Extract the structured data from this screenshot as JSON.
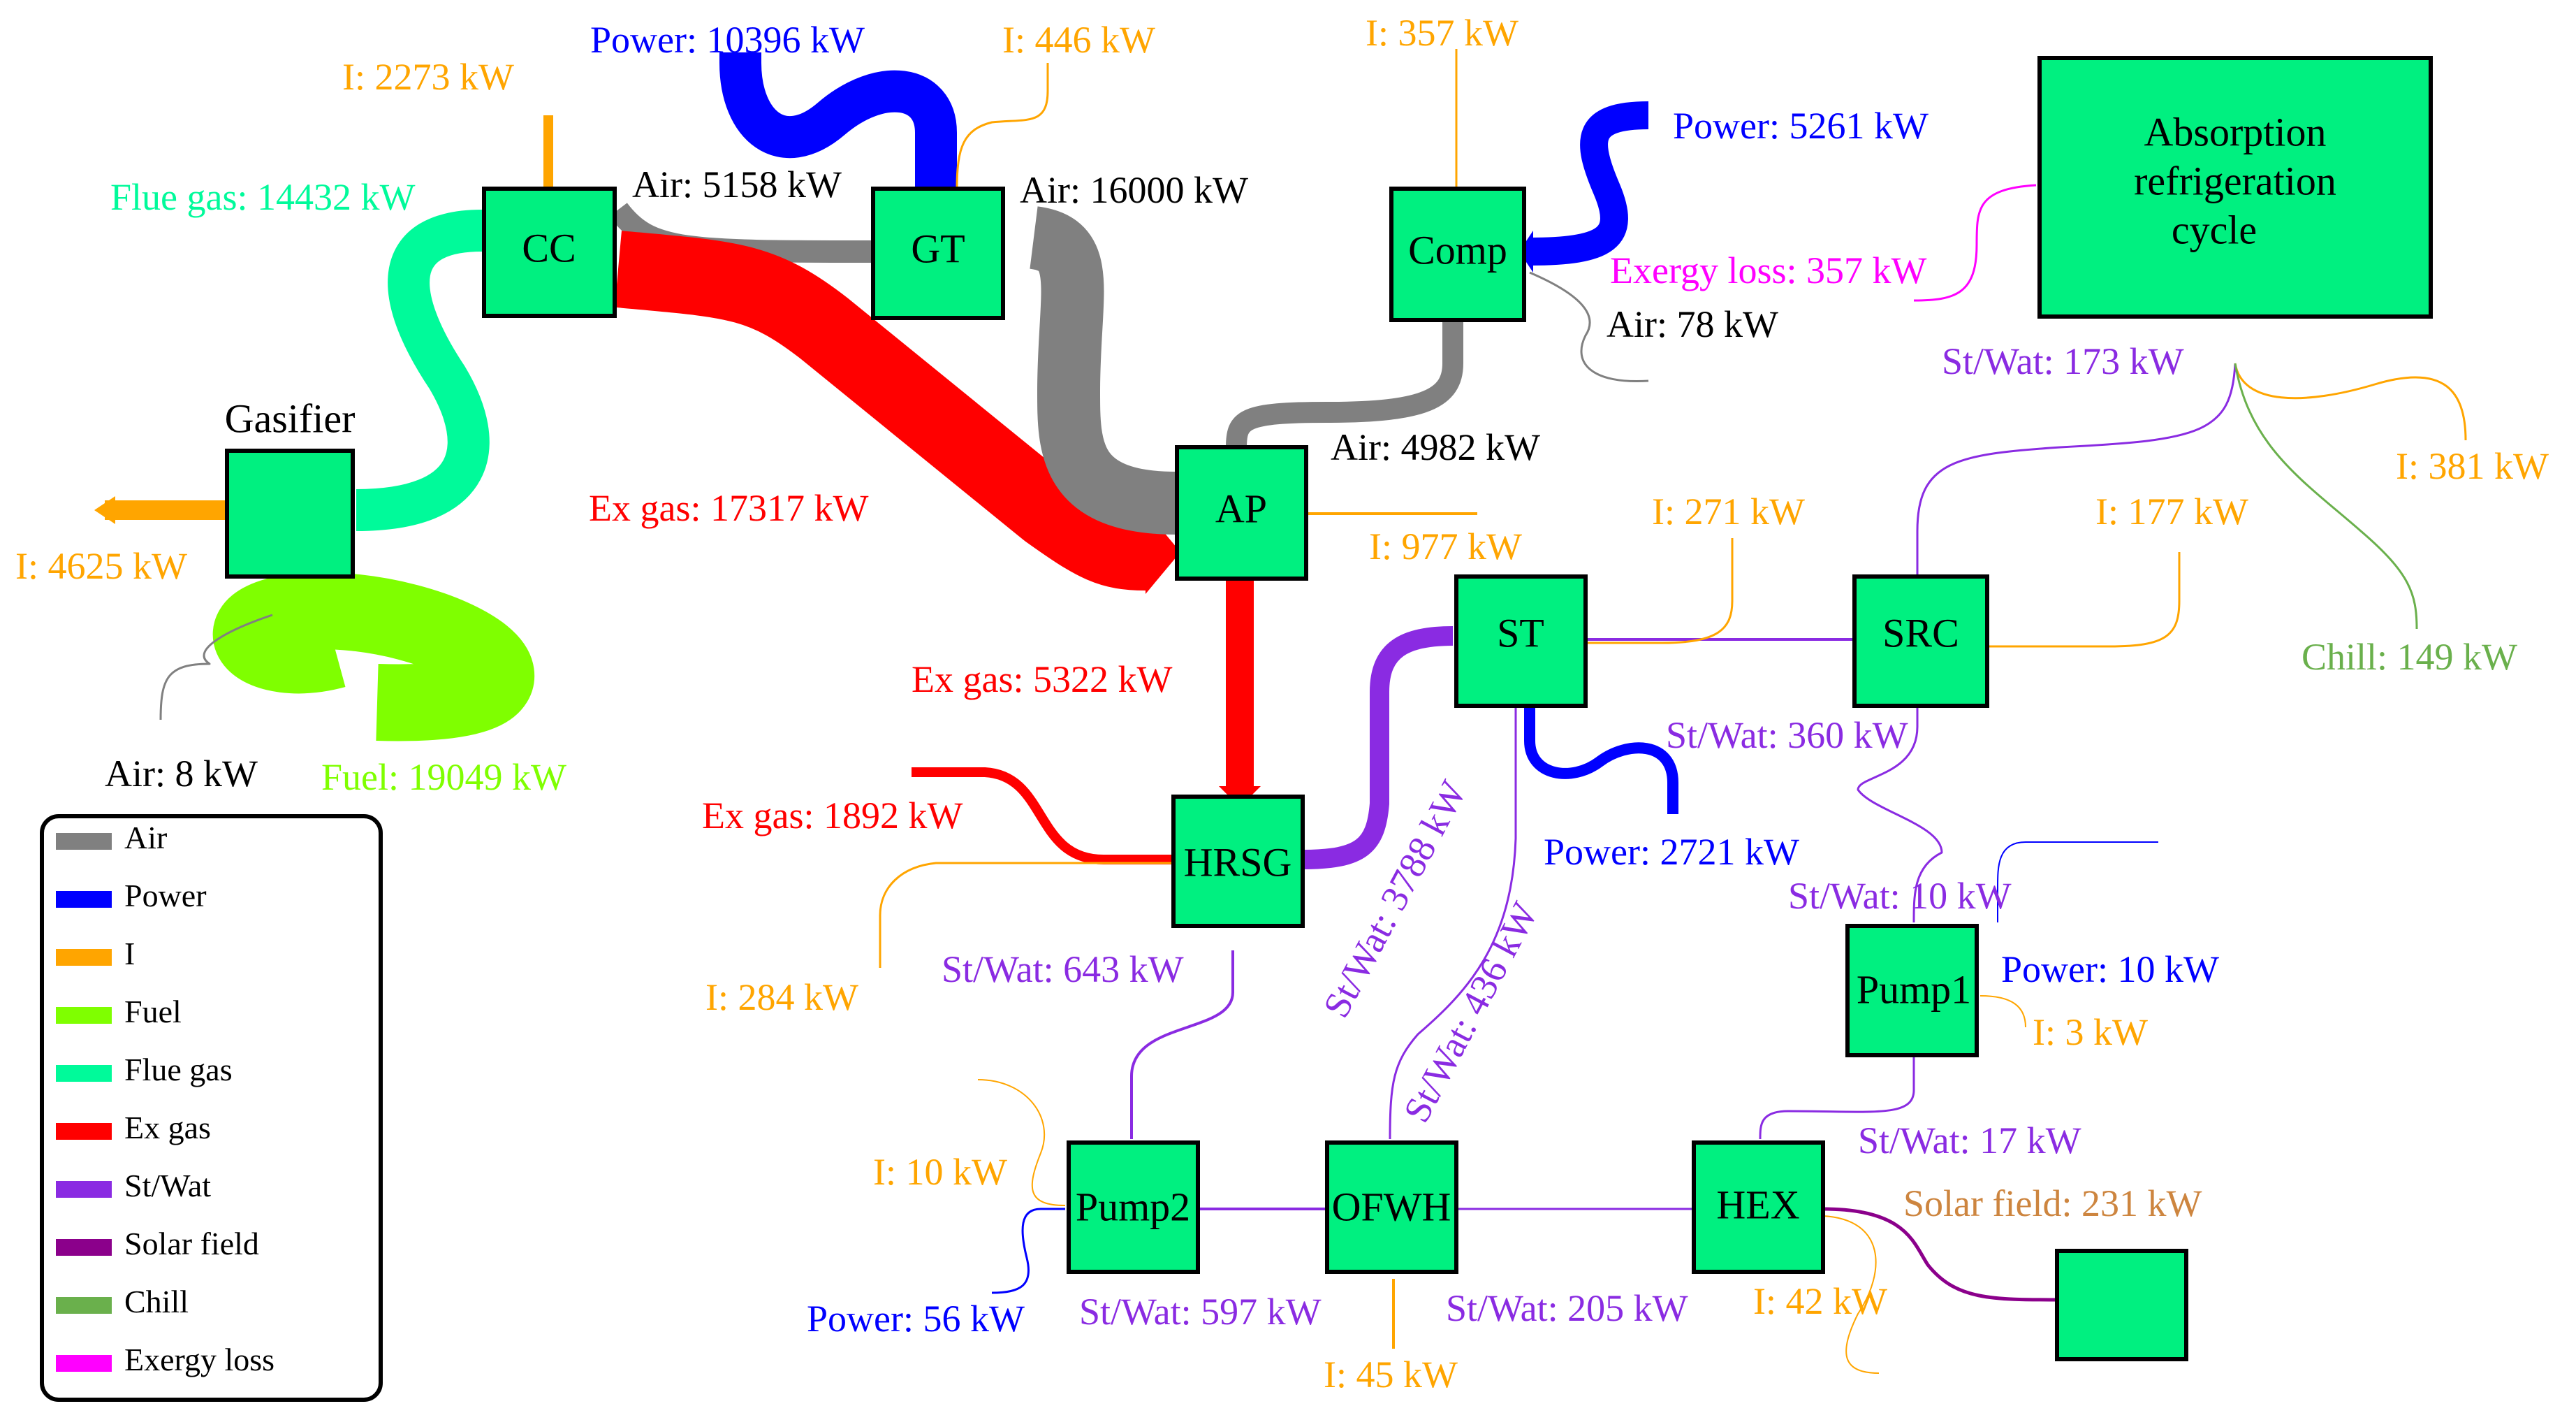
{
  "colors": {
    "air": "#808080",
    "power": "#0000FF",
    "i": "#FFA500",
    "fuel": "#7FFF00",
    "flue_gas": "#00FA9A",
    "ex_gas": "#FF0000",
    "st_wat": "#8A2BE2",
    "solar_field": "#8B008B",
    "chill": "#6AB04C",
    "exergy_loss": "#FF00FF",
    "solar_label": "#CD853F",
    "box_fill": "#00F080"
  },
  "components": {
    "gasifier": "Gasifier",
    "cc": "CC",
    "gt": "GT",
    "comp": "Comp",
    "ap": "AP",
    "hrsg": "HRSG",
    "st": "ST",
    "src": "SRC",
    "pump1": "Pump1",
    "pump2": "Pump2",
    "ofwh": "OFWH",
    "hex": "HEX",
    "absorption_line1": "Absorption",
    "absorption_line2": "refrigeration",
    "absorption_line3": "cycle",
    "solar_collector": ""
  },
  "flows": {
    "i_gasifier": "I: 4625 kW",
    "air_gasifier": "Air: 8 kW",
    "fuel_gasifier": "Fuel: 19049 kW",
    "flue_gas": "Flue gas: 14432 kW",
    "i_cc": "I: 2273 kW",
    "air_cc": "Air: 5158 kW",
    "power_gt": "Power: 10396 kW",
    "i_gt": "I: 446 kW",
    "air_gt": "Air: 16000 kW",
    "i_comp": "I: 357 kW",
    "power_comp": "Power: 5261 kW",
    "exergy_loss": "Exergy loss: 357 kW",
    "air_comp": "Air: 78 kW",
    "air_ap": "Air: 4982 kW",
    "ex_gas_cc": "Ex gas: 17317 kW",
    "i_ap": "I: 977 kW",
    "ex_gas_ap": "Ex gas: 5322 kW",
    "ex_gas_out": "Ex gas: 1892 kW",
    "i_hrsg": "I: 284 kW",
    "stwat_hrsg": "St/Wat: 643 kW",
    "stwat_st_hrsg": "St/Wat: 3788 kW",
    "stwat_ofwh": "St/Wat: 436 kW",
    "i_st": "I: 271 kW",
    "power_st": "Power: 2721 kW",
    "stwat_src": "St/Wat: 360 kW",
    "i_src": "I: 177 kW",
    "stwat_abs": "St/Wat: 173 kW",
    "i_abs": "I: 381 kW",
    "chill": "Chill: 149 kW",
    "stwat_pump1": "St/Wat: 10 kW",
    "power_pump1": "Power: 10 kW",
    "i_pump1": "I: 3 kW",
    "stwat_hex_pump1": "St/Wat: 17 kW",
    "solar": "Solar field: 231 kW",
    "i_pump2": "I: 10 kW",
    "power_pump2": "Power: 56 kW",
    "stwat_pump2": "St/Wat: 597 kW",
    "i_ofwh": "I: 45 kW",
    "stwat_hex": "St/Wat: 205 kW",
    "i_hex": "I: 42 kW"
  },
  "legend": [
    {
      "label": "Air",
      "color": "#808080"
    },
    {
      "label": "Power",
      "color": "#0000FF"
    },
    {
      "label": "I",
      "color": "#FFA500"
    },
    {
      "label": "Fuel",
      "color": "#7FFF00"
    },
    {
      "label": "Flue gas",
      "color": "#00FA9A"
    },
    {
      "label": "Ex gas",
      "color": "#FF0000"
    },
    {
      "label": "St/Wat",
      "color": "#8A2BE2"
    },
    {
      "label": "Solar field",
      "color": "#8B008B"
    },
    {
      "label": "Chill",
      "color": "#6AB04C"
    },
    {
      "label": "Exergy loss",
      "color": "#FF00FF"
    }
  ]
}
